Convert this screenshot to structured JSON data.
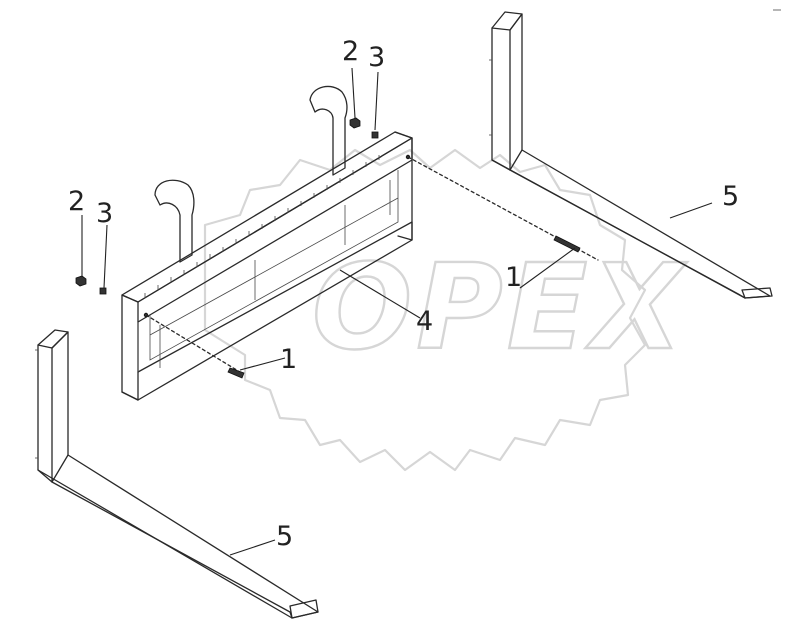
{
  "watermark": {
    "text": "OPEX",
    "color": "#d6d6d6"
  },
  "callouts": [
    {
      "id": "callout-1-right",
      "label": "1"
    },
    {
      "id": "callout-1-left",
      "label": "1"
    },
    {
      "id": "callout-2-left",
      "label": "2"
    },
    {
      "id": "callout-3-left",
      "label": "3"
    },
    {
      "id": "callout-2-right",
      "label": "2"
    },
    {
      "id": "callout-3-right",
      "label": "3"
    },
    {
      "id": "callout-4",
      "label": "4"
    },
    {
      "id": "callout-5-right",
      "label": "5"
    },
    {
      "id": "callout-5-left",
      "label": "5"
    }
  ],
  "colors": {
    "line": "#2a2a2a",
    "background": "#ffffff"
  }
}
